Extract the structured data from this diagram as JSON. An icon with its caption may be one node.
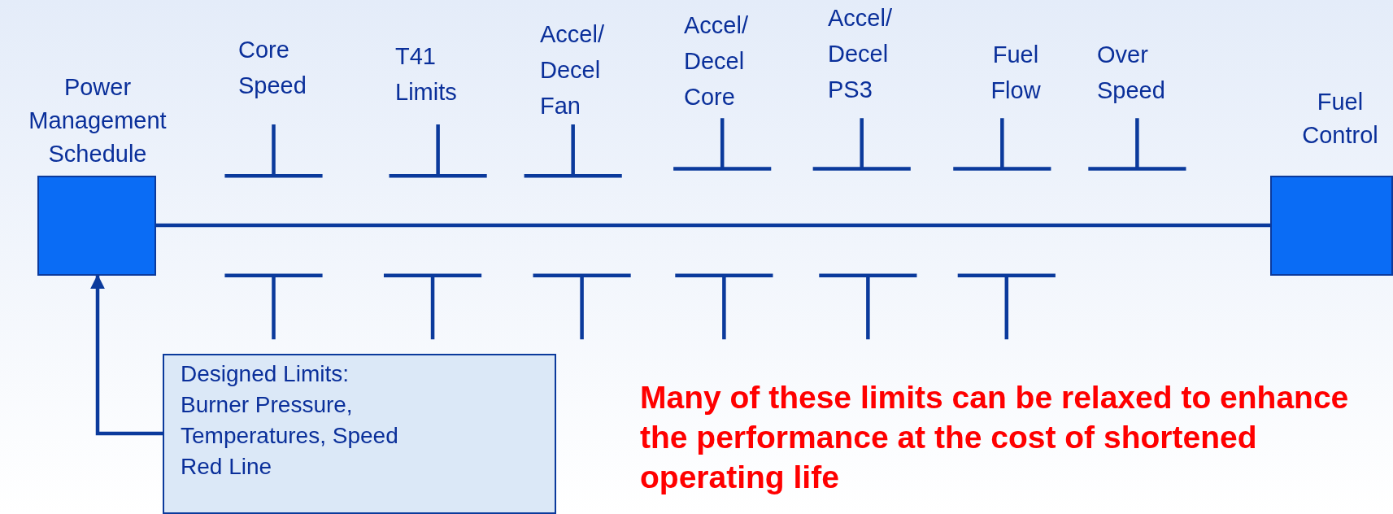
{
  "diagram": {
    "nodes": [
      {
        "text": [
          "Power Management Schedule"
        ]
      },
      {
        "text": [
          "Fuel Control"
        ]
      },
      {
        "text": [
          "Designed Limits: Burner Pressure, Temperatures, Speed Red Line"
        ]
      }
    ],
    "edges": [
      {
        "from": 0,
        "to": 1,
        "arrow": "none"
      },
      {
        "from": 2,
        "to": 0,
        "arrow": "to"
      }
    ],
    "labels": [
      "Core Speed",
      "T41 Limits",
      "Accel/ Decel Fan",
      "Accel/ Decel Core",
      "Accel/ Decel PS3",
      "Fuel Flow",
      "Over Speed",
      "Many of these limits can be relaxed to enhance the performance at the cost of shortened operating life"
    ]
  }
}
